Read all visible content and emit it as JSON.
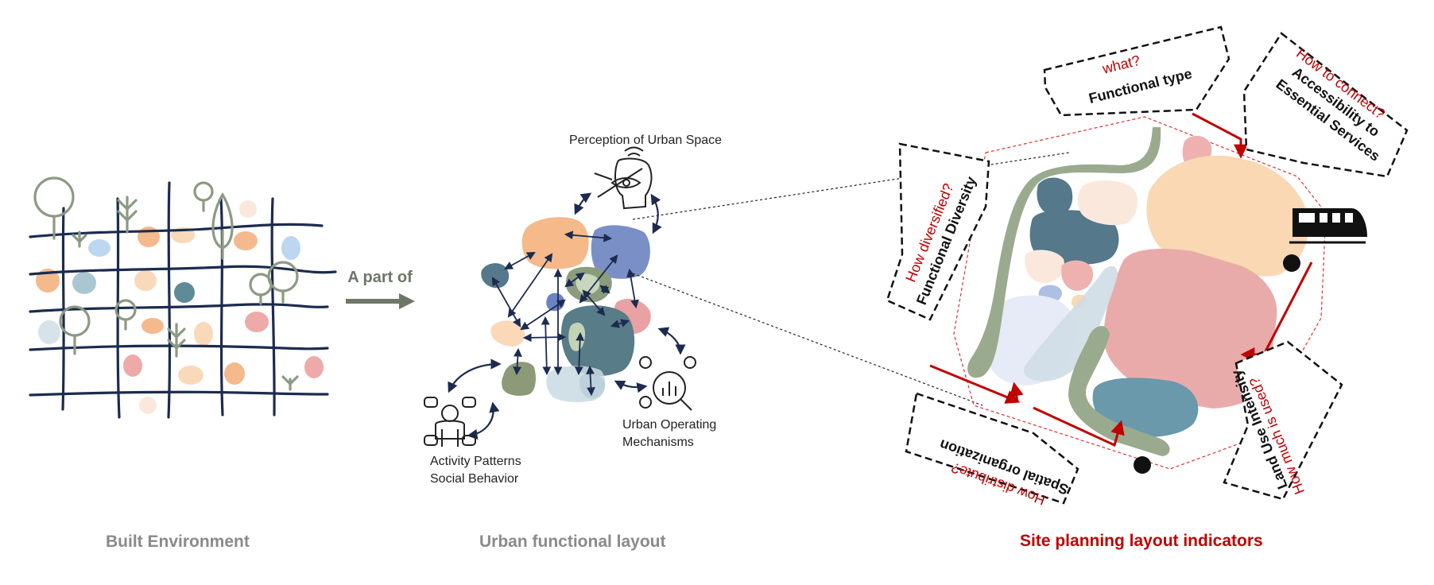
{
  "captions": {
    "built_environment": "Built Environment",
    "urban_functional_layout": "Urban functional layout",
    "site_planning": "Site planning layout indicators"
  },
  "arrow_label": "A part of",
  "functional_layout": {
    "perception": "Perception of Urban Space",
    "activity_line1": "Activity Patterns",
    "activity_line2": "Social Behavior",
    "operating_line1": "Urban Operating",
    "operating_line2": "Mechanisms"
  },
  "indicators": {
    "functional_type": {
      "question": "what?",
      "name": "Functional  type"
    },
    "accessibility": {
      "question": "How to connect?",
      "name_line1": "Accessibility to",
      "name_line2": "Essential Services"
    },
    "diversity": {
      "question": "How diversified?",
      "name": "Functional Diversity"
    },
    "spatial": {
      "question": "How distribute?",
      "name": "Spatial organization"
    },
    "intensity": {
      "question": "How much is used?",
      "name": "Land Use Intensity"
    }
  },
  "icons": [
    "tree-icon",
    "vision-head-icon",
    "people-group-icon",
    "analytics-search-icon",
    "train-icon"
  ],
  "colors": {
    "grid_navy": "#1c2b4f",
    "tree_green": "#8c9a82",
    "caption_gray": "#8a8a8a",
    "caption_red": "#c00000",
    "question_red": "#c00000",
    "peach": "#f7d3a8",
    "salmon": "#e8aaa8",
    "teal": "#5a7e8e",
    "lavender": "#e6ebf7"
  }
}
